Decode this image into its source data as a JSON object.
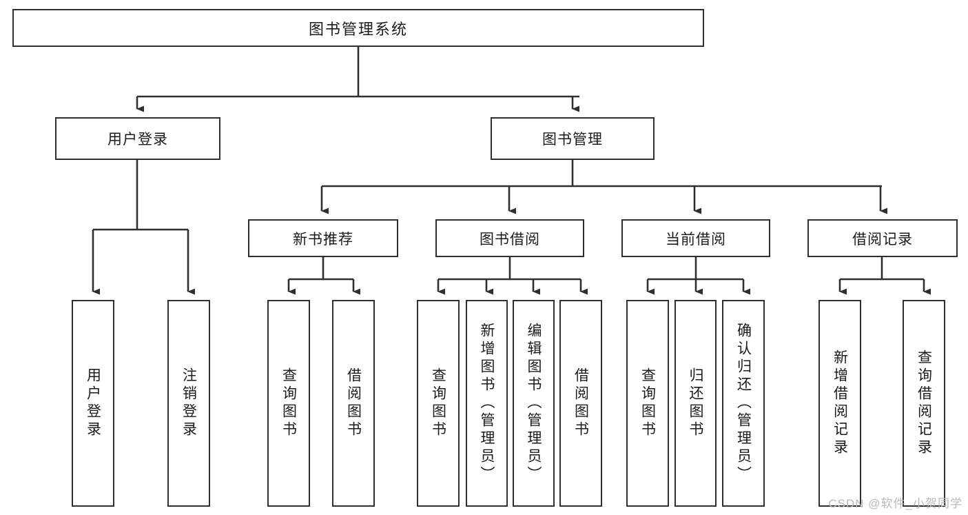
{
  "diagram": {
    "type": "tree",
    "title": "图书管理系统",
    "watermark": "CSDN @软件_小贺同学",
    "colors": {
      "stroke": "#2f2f2f",
      "fill": "#ffffff",
      "text": "#1b1b1b",
      "watermark": "#b9b9b9"
    },
    "levels": {
      "root": {
        "label": "图书管理系统"
      },
      "level2": [
        {
          "label": "用户登录"
        },
        {
          "label": "图书管理"
        }
      ],
      "level3": [
        {
          "label": "新书推荐"
        },
        {
          "label": "图书借阅"
        },
        {
          "label": "当前借阅"
        },
        {
          "label": "借阅记录"
        }
      ],
      "leaves": [
        {
          "label": "用户登录",
          "parent": "用户登录"
        },
        {
          "label": "注销登录",
          "parent": "用户登录"
        },
        {
          "label": "查询图书",
          "parent": "新书推荐"
        },
        {
          "label": "借阅图书",
          "parent": "新书推荐"
        },
        {
          "label": "查询图书",
          "parent": "图书借阅"
        },
        {
          "label": "新增图书（管理员）",
          "parent": "图书借阅"
        },
        {
          "label": "编辑图书（管理员）",
          "parent": "图书借阅"
        },
        {
          "label": "借阅图书",
          "parent": "图书借阅"
        },
        {
          "label": "查询图书",
          "parent": "当前借阅"
        },
        {
          "label": "归还图书",
          "parent": "当前借阅"
        },
        {
          "label": "确认归还（管理员）",
          "parent": "当前借阅"
        },
        {
          "label": "新增借阅记录",
          "parent": "借阅记录"
        },
        {
          "label": "查询借阅记录",
          "parent": "借阅记录"
        }
      ]
    }
  }
}
